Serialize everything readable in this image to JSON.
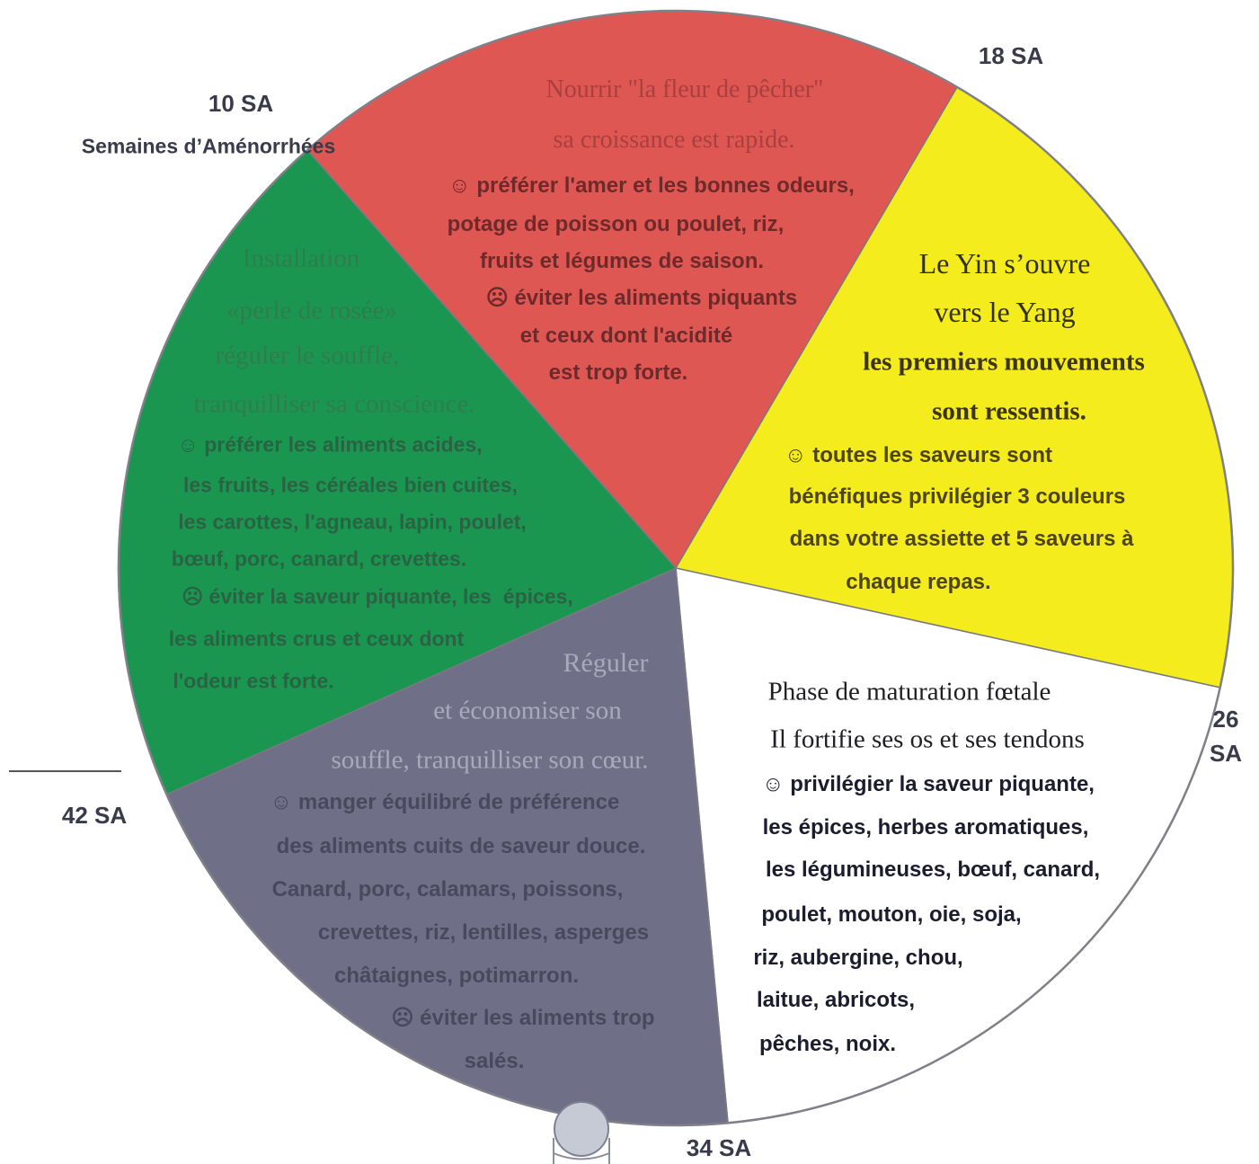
{
  "labels": {
    "sa10": "10 SA",
    "unit_caption": "Semaines d’Aménorrhées",
    "sa18": "18 SA",
    "sa26": "26 SA",
    "sa34": "34 SA",
    "sa42": "42 SA"
  },
  "segments": {
    "red": {
      "color": "#df5753",
      "lines": [
        "Nourrir \"la fleur de pêcher\"",
        "sa croissance est rapide.",
        "☺ préférer l'amer et les bonnes odeurs,",
        "potage de poisson ou poulet, riz,",
        "fruits et légumes de saison.",
        "☹ éviter les aliments piquants",
        "et ceux dont l'acidité",
        "est trop forte."
      ]
    },
    "yellow": {
      "color": "#f4ec1c",
      "lines": [
        "Le Yin s’ouvre",
        "vers le Yang",
        "les premiers mouvements",
        "sont ressentis.",
        "☺ toutes les saveurs sont",
        "bénéfiques privilégier 3 couleurs",
        "dans votre assiette et 5 saveurs à",
        "chaque repas."
      ]
    },
    "white": {
      "color": "#ffffff",
      "lines": [
        "Phase de maturation fœtale",
        "Il fortifie ses os et ses tendons",
        "☺ privilégier la saveur piquante,",
        "les épices, herbes aromatiques,",
        "les légumineuses, bœuf, canard,",
        "poulet, mouton, oie, soja,",
        "riz, aubergine, chou,",
        "laitue, abricots,",
        "pêches, noix."
      ]
    },
    "grey": {
      "color": "#6f6f88",
      "lines": [
        "Réguler",
        "et économiser son",
        "souffle, tranquilliser son cœur.",
        "☺ manger équilibré de préférence",
        "des aliments cuits de saveur douce.",
        "Canard, porc, calamars, poissons,",
        "crevettes, riz, lentilles, asperges",
        "châtaignes, potimarron.",
        "☹ éviter les aliments trop",
        "salés."
      ]
    },
    "green": {
      "color": "#1b9650",
      "lines": [
        "Installation",
        "«perle de rosée»",
        "réguler le souffle,",
        "tranquilliser sa conscience.",
        "☺ préférer les aliments acides,",
        "les fruits, les céréales bien cuites,",
        "les carottes, l'agneau, lapin, poulet,",
        "bœuf, porc, canard, crevettes.",
        "☹ éviter la saveur piquante, les  épices,",
        "les aliments crus et ceux dont",
        "l'odeur est forte."
      ]
    }
  }
}
